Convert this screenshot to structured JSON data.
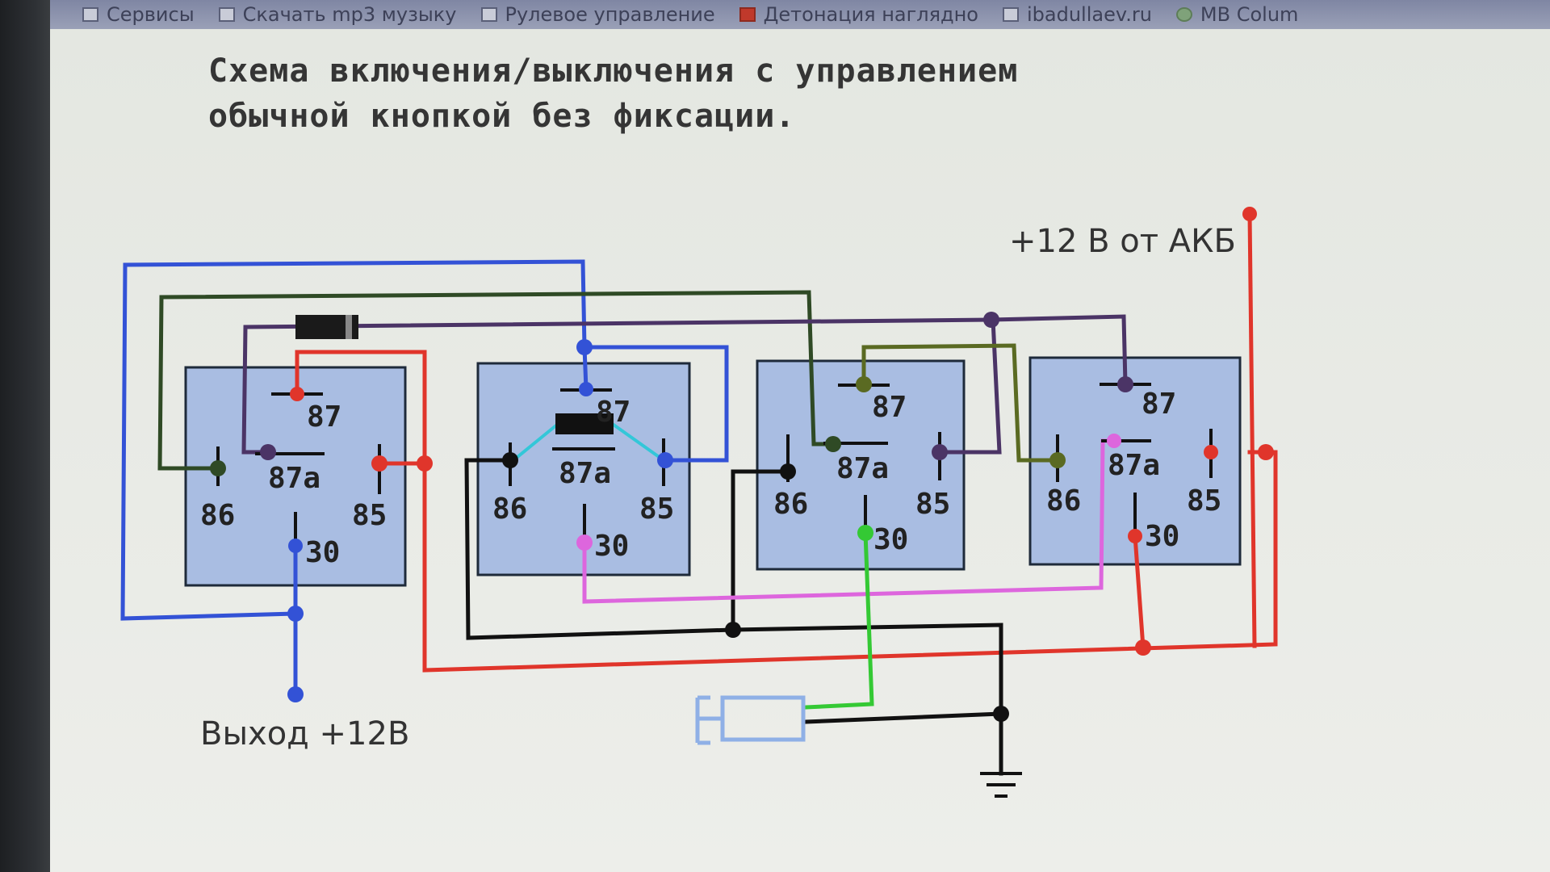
{
  "bookmarks": [
    {
      "label": "Сервисы",
      "icon": "grid-icon"
    },
    {
      "label": "Скачать mp3 музыку",
      "icon": "music-icon"
    },
    {
      "label": "Рулевое управление",
      "icon": "page-icon"
    },
    {
      "label": "Детонация наглядно",
      "icon": "video-icon"
    },
    {
      "label": "ibadullaev.ru",
      "icon": "page-icon"
    },
    {
      "label": "MB Colum",
      "icon": "globe-icon"
    }
  ],
  "title": {
    "line1": "Схема включения/выключения с управлением",
    "line2": "обычной кнопкой без фиксации."
  },
  "relays": [
    {
      "p87": "87",
      "p87a": "87a",
      "p86": "86",
      "p85": "85",
      "p30": "30"
    },
    {
      "p87": "87",
      "p87a": "87a",
      "p86": "86",
      "p85": "85",
      "p30": "30"
    },
    {
      "p87": "87",
      "p87a": "87a",
      "p86": "86",
      "p85": "85",
      "p30": "30"
    },
    {
      "p87": "87",
      "p87a": "87a",
      "p86": "86",
      "p85": "85",
      "p30": "30"
    }
  ],
  "labels": {
    "battery": "+12 В от АКБ",
    "output": "Выход +12В"
  },
  "colors": {
    "relay_fill": "#a9bde2",
    "red": "#e0352b",
    "blue": "#3352d6",
    "dark_green": "#2f4a25",
    "purple": "#4b3466",
    "black": "#111111",
    "green": "#34c934",
    "pink": "#dd66dd",
    "cyan": "#33c7d8",
    "olive": "#5a6a22",
    "button": "#8fb0e6"
  }
}
